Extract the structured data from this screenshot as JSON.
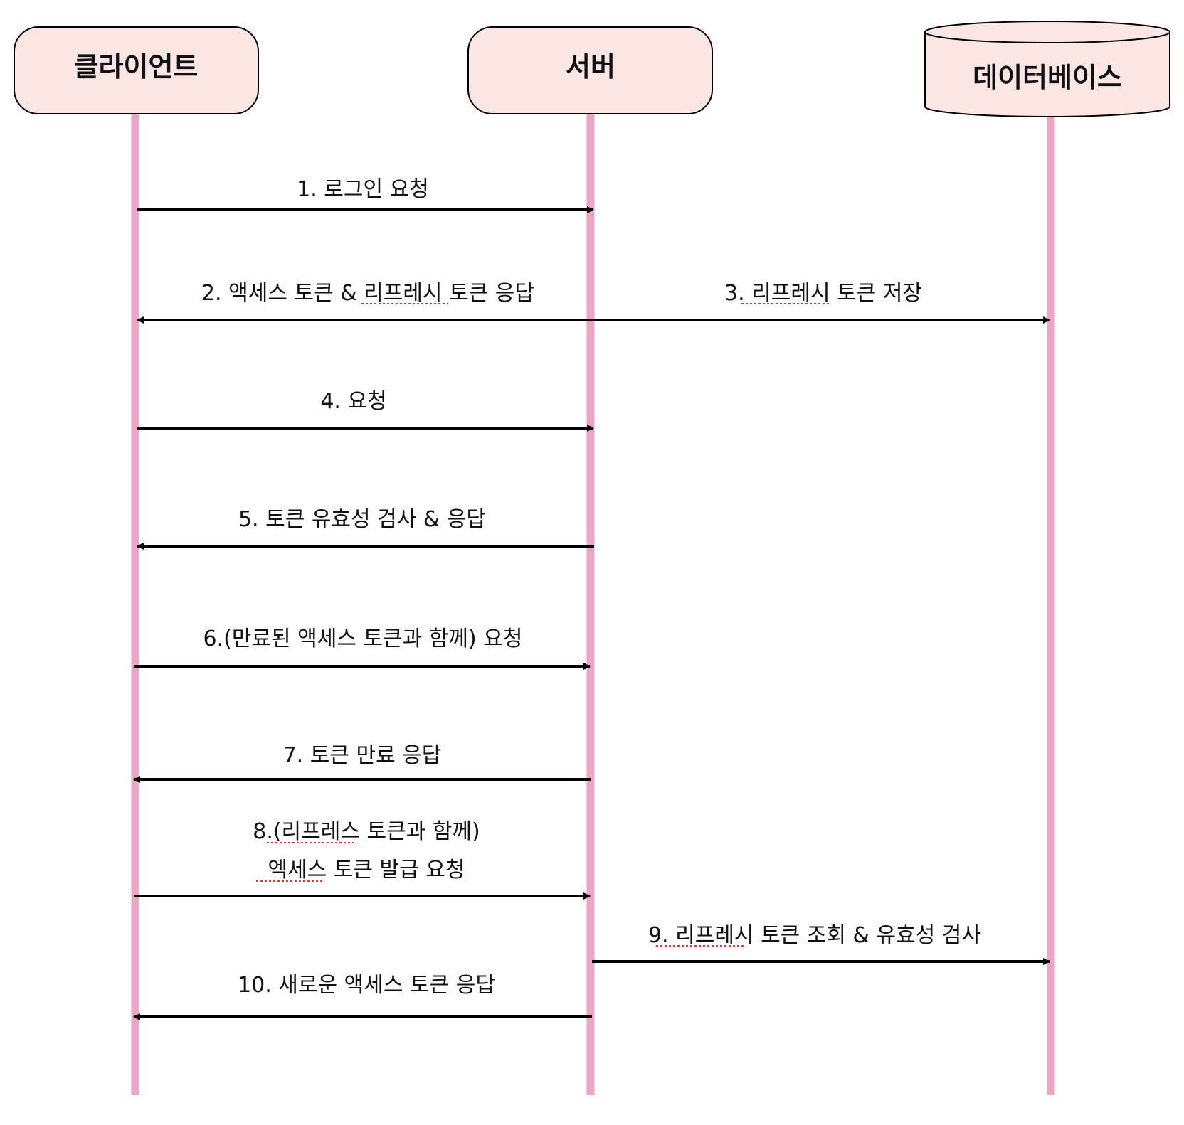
{
  "colors": {
    "actor_fill": "#fce6e4",
    "lifeline": "#eaa6c4",
    "arrow": "#000000",
    "text": "#111111",
    "spellcheck_underline": "#d23a3a"
  },
  "actors": {
    "client": {
      "label": "클라이언트",
      "shape": "rounded-rect"
    },
    "server": {
      "label": "서버",
      "shape": "rounded-rect"
    },
    "database": {
      "label": "데이터베이스",
      "shape": "cylinder"
    }
  },
  "messages": [
    {
      "id": "m1",
      "from": "client",
      "to": "server",
      "lines": [
        "1. 로그인 요청"
      ]
    },
    {
      "id": "m2",
      "from": "server",
      "to": "client",
      "lines": [
        "2. 액세스 토큰 & 리프레시 토큰 응답"
      ]
    },
    {
      "id": "m3",
      "from": "server",
      "to": "database",
      "lines": [
        "3. 리프레시 토큰 저장"
      ]
    },
    {
      "id": "m4",
      "from": "client",
      "to": "server",
      "lines": [
        "4. 요청"
      ]
    },
    {
      "id": "m5",
      "from": "server",
      "to": "client",
      "lines": [
        "5. 토큰 유효성 검사 & 응답"
      ]
    },
    {
      "id": "m6",
      "from": "client",
      "to": "server",
      "lines": [
        "6.(만료된 액세스 토큰과 함께) 요청"
      ]
    },
    {
      "id": "m7",
      "from": "server",
      "to": "client",
      "lines": [
        "7. 토큰 만료 응답"
      ]
    },
    {
      "id": "m8",
      "from": "client",
      "to": "server",
      "lines": [
        "8.(리프레스 토큰과 함께)",
        "엑세스 토큰 발급 요청"
      ]
    },
    {
      "id": "m9",
      "from": "server",
      "to": "database",
      "lines": [
        "9. 리프레시 토큰 조회 & 유효성 검사"
      ]
    },
    {
      "id": "m10",
      "from": "server",
      "to": "client",
      "lines": [
        "10. 새로운 액세스 토큰 응답"
      ]
    }
  ]
}
